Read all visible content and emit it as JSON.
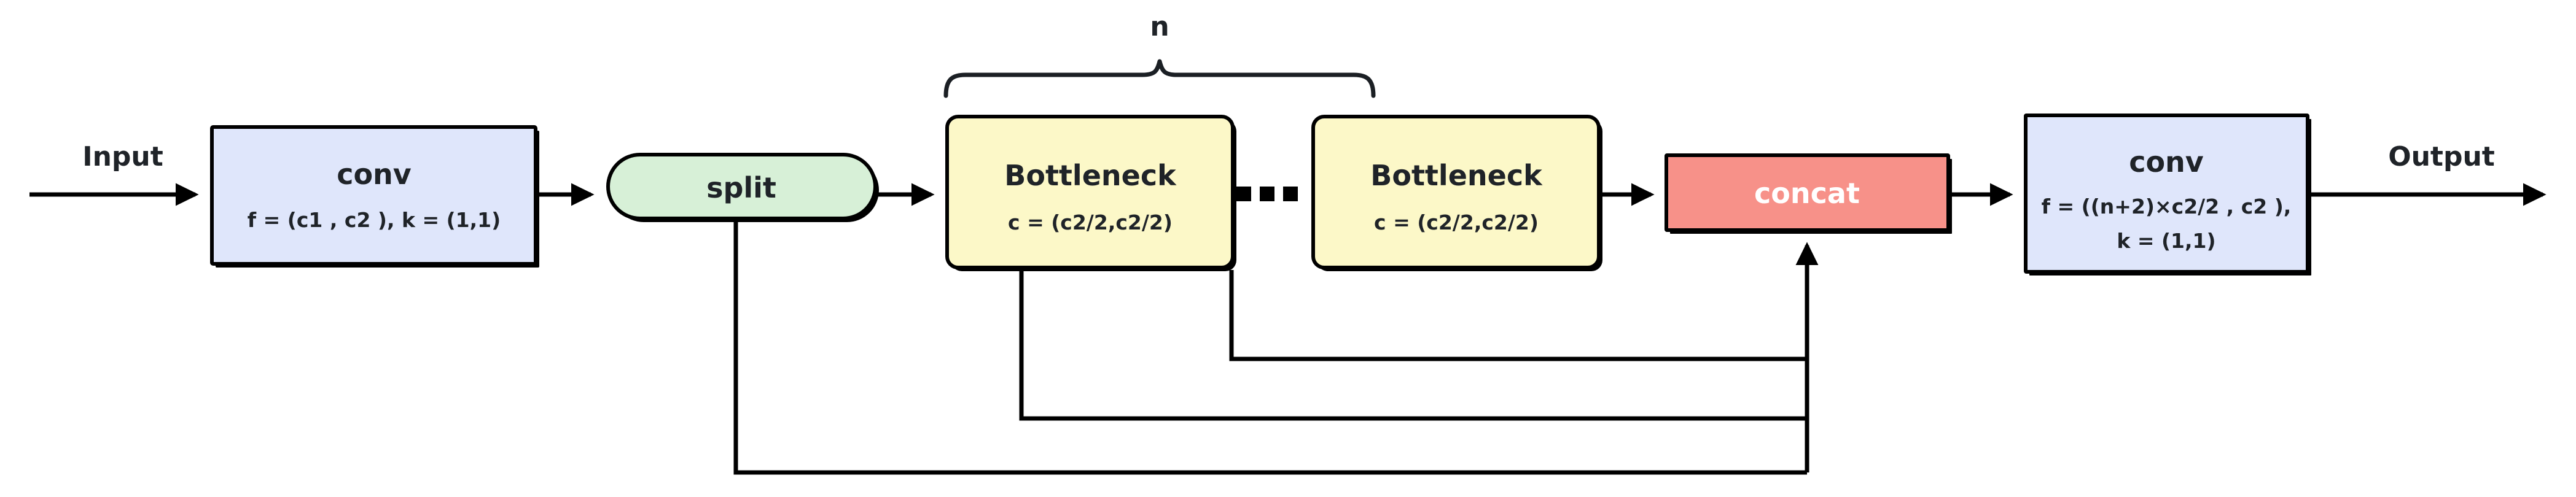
{
  "diagram": {
    "title": "CSP Bottleneck block (C2f-style) data flow diagram",
    "type": "neural-network-block-diagram",
    "colors": {
      "conv_fill": "#dfe6fb",
      "split_fill": "#d7f0d7",
      "bottleneck_fill": "#fcf8c8",
      "concat_fill": "#f79189",
      "stroke": "#000000",
      "text": "#1f2328",
      "concat_text": "#ffffff",
      "background": "#ffffff"
    },
    "labels": {
      "input": "Input",
      "output": "Output",
      "repeat_count": "n",
      "ellipsis": "..."
    },
    "nodes": [
      {
        "id": "conv-in",
        "shape": "rect",
        "title": "conv",
        "subtitle": "f = (c1 , c2 ), k = (1,1)",
        "fill": "#dfe6fb"
      },
      {
        "id": "split",
        "shape": "stadium",
        "title": "split",
        "subtitle": "",
        "fill": "#d7f0d7"
      },
      {
        "id": "bottleneck-1",
        "shape": "rounded-rect",
        "title": "Bottleneck",
        "subtitle": "c = (c2/2,c2/2)",
        "fill": "#fcf8c8"
      },
      {
        "id": "bottleneck-n",
        "shape": "rounded-rect",
        "title": "Bottleneck",
        "subtitle": "c = (c2/2,c2/2)",
        "fill": "#fcf8c8"
      },
      {
        "id": "concat",
        "shape": "rect",
        "title": "concat",
        "subtitle": "",
        "fill": "#f79189"
      },
      {
        "id": "conv-out",
        "shape": "rect",
        "title": "conv",
        "subtitle_line1": "f = ((n+2)×c2/2 , c2 ),",
        "subtitle_line2": "k = (1,1)",
        "fill": "#dfe6fb"
      }
    ],
    "edges": [
      {
        "from": "input",
        "to": "conv-in",
        "kind": "arrow"
      },
      {
        "from": "conv-in",
        "to": "split",
        "kind": "arrow"
      },
      {
        "from": "split",
        "to": "bottleneck-1",
        "kind": "arrow"
      },
      {
        "from": "bottleneck-1",
        "to": "bottleneck-n",
        "kind": "ellipsis"
      },
      {
        "from": "bottleneck-n",
        "to": "concat",
        "kind": "arrow"
      },
      {
        "from": "concat",
        "to": "conv-out",
        "kind": "arrow"
      },
      {
        "from": "conv-out",
        "to": "output",
        "kind": "arrow"
      },
      {
        "from": "split",
        "to": "concat",
        "kind": "skip-route-bottom"
      },
      {
        "from": "bottleneck-1",
        "to": "concat",
        "kind": "skip-route-mid"
      },
      {
        "from": "bottleneck-n",
        "to": "concat",
        "kind": "skip-route-top"
      }
    ],
    "brace": {
      "label": "n",
      "spans": [
        "bottleneck-1",
        "bottleneck-n"
      ]
    }
  }
}
